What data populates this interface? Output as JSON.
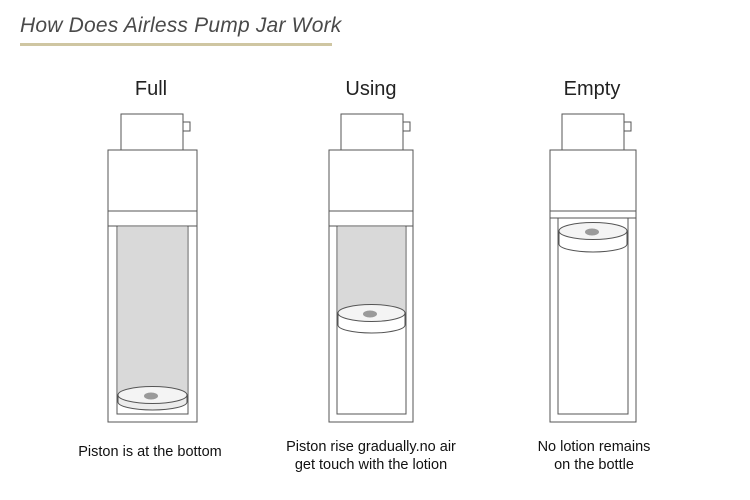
{
  "header": {
    "title": "How Does Airless Pump Jar Work"
  },
  "stages": [
    {
      "id": "full",
      "title": "Full",
      "caption_lines": [
        "Piston is at the bottom"
      ]
    },
    {
      "id": "using",
      "title": "Using",
      "caption_lines": [
        "Piston rise gradually.no air",
        "get touch with the lotion"
      ]
    },
    {
      "id": "empty",
      "title": "Empty",
      "caption_lines": [
        "No lotion remains",
        "on the bottle"
      ]
    }
  ],
  "colors": {
    "outline": "#555555",
    "lotion": "#d9d9d9",
    "piston_top": "#f4f4f4",
    "piston_dot": "#9a9a9a",
    "header_rule": "#cfc6a2"
  }
}
